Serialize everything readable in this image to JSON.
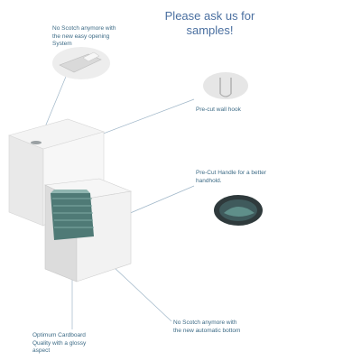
{
  "headline": {
    "line1": "Please ask us for",
    "line2": "samples!"
  },
  "callouts": {
    "easy_opening": "No Scotch anymore with\nthe new easy opening\nSystem",
    "wall_hook": "Pre-cut wall hook",
    "handle": "Pre-Cut Handle for a better\nhandhold.",
    "automatic_bottom": "No Scotch anymore with\nthe new automatic bottom",
    "cardboard": "Optimum Cardboard\nQuality with a glossy\naspect"
  },
  "colors": {
    "text_blue": "#3d6b86",
    "headline_blue": "#4a6fa0",
    "leader_line": "#9fb6c8",
    "box_white": "#f2f2f2",
    "towel_teal": "#5f8f8a"
  },
  "icons": {
    "wall_hook_detail": "wall-hook-photo",
    "handle_detail": "handle-photo",
    "opening_detail": "easy-opening-photo"
  }
}
